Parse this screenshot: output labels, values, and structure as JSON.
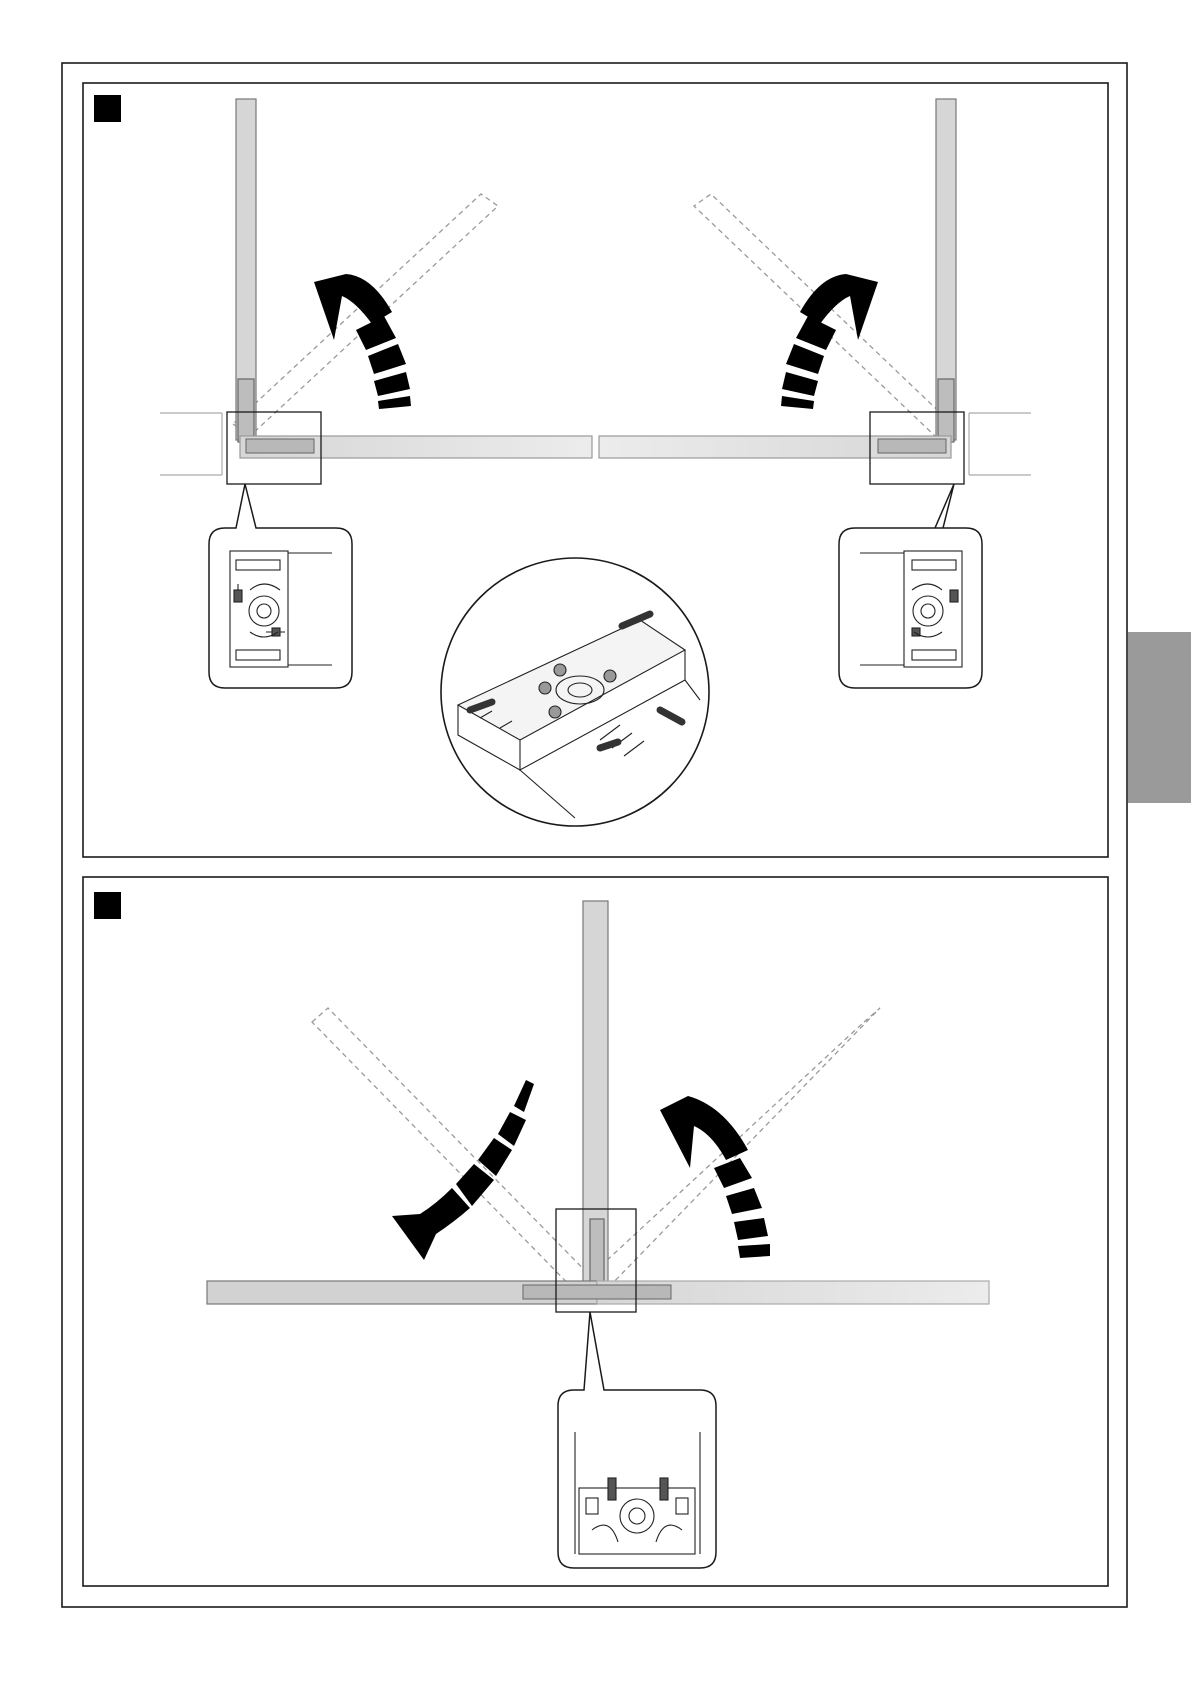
{
  "page": {
    "side_tab_color": "#9a9a9a",
    "frame_color": "#1a1a1a"
  },
  "figures": [
    {
      "id": "double-gate-top",
      "marker": "black-square",
      "leafs": [
        {
          "side": "left",
          "rotation": "opening-inward",
          "arrow_icon": "curved-arrow-up-left-icon"
        },
        {
          "side": "right",
          "rotation": "opening-inward",
          "arrow_icon": "curved-arrow-up-right-icon"
        }
      ],
      "details": [
        "hinge-plate-detail-left",
        "hinge-plate-detail-right",
        "hinge-plate-perspective-detail"
      ],
      "colors": {
        "leaf_fill": "#d9d9d9",
        "leaf_stroke": "#888888",
        "arrow": "#000000"
      }
    },
    {
      "id": "single-gate-bottom",
      "marker": "black-square",
      "leafs": [
        {
          "side": "center",
          "rotation": "bidirectional",
          "arrow_icon": "curved-arrow-down-left-icon"
        },
        {
          "side": "center",
          "rotation": "bidirectional",
          "arrow_icon": "curved-arrow-up-left-icon"
        }
      ],
      "details": [
        "hinge-plate-detail-center"
      ],
      "colors": {
        "leaf_fill": "#d9d9d9",
        "leaf_stroke": "#888888",
        "arrow": "#000000"
      }
    }
  ]
}
